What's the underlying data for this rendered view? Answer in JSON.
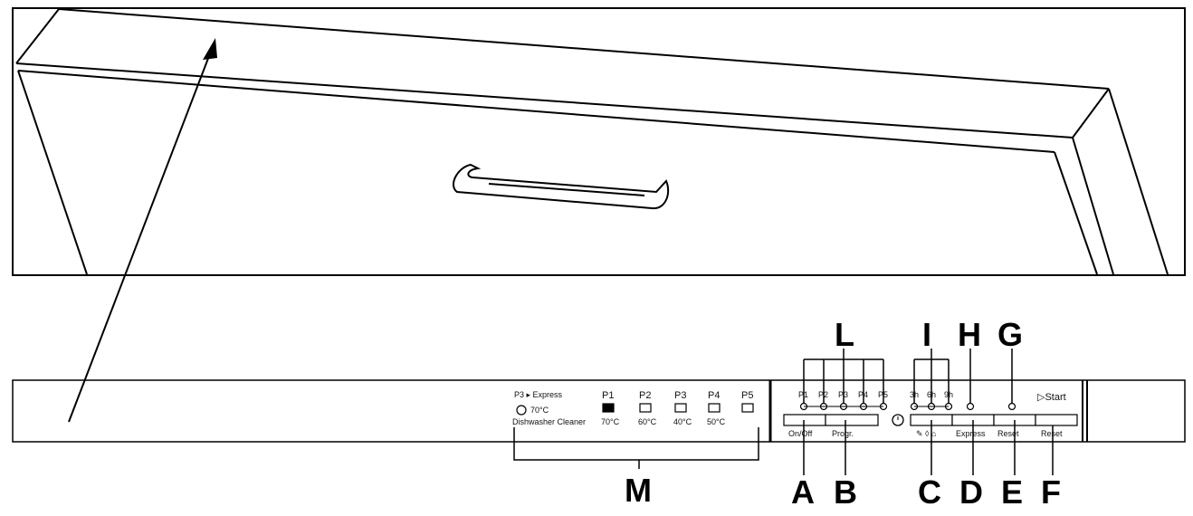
{
  "callouts": {
    "L": "L",
    "I": "I",
    "H": "H",
    "G": "G",
    "M": "M",
    "A": "A",
    "B": "B",
    "C": "C",
    "D": "D",
    "E": "E",
    "F": "F"
  },
  "panel": {
    "dishwasher_cleaner_header": "P3 ▸ Express",
    "dishwasher_cleaner_temp": "70°C",
    "dishwasher_cleaner_label": "Dishwasher Cleaner",
    "programs": [
      {
        "name": "P1",
        "temp": "70°C"
      },
      {
        "name": "P2",
        "temp": "60°C"
      },
      {
        "name": "P3",
        "temp": "40°C"
      },
      {
        "name": "P4",
        "temp": "50°C"
      },
      {
        "name": "P5",
        "temp": ""
      }
    ],
    "led_programs": [
      "P1",
      "P2",
      "P3",
      "P4",
      "P5"
    ],
    "delay_hours": [
      "3h",
      "6h",
      "9h"
    ],
    "on_off_label": "On/Off",
    "prog_label": "Progr.",
    "express_label": "Express",
    "reset_label": "Reset",
    "start_label": "▷Start",
    "reset_bottom_label": "Reset"
  }
}
